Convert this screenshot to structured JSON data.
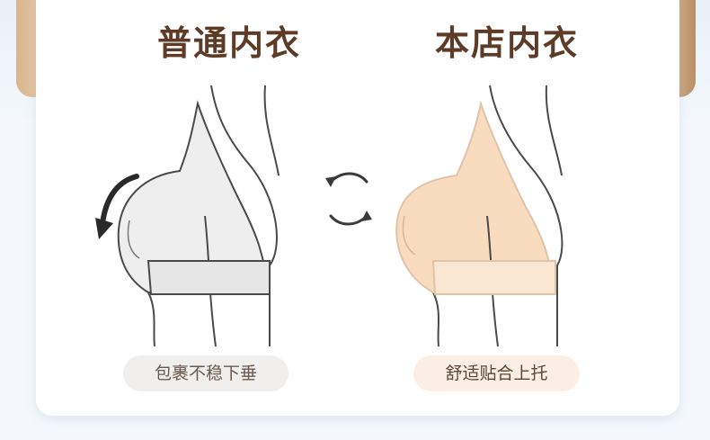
{
  "comparison": {
    "left": {
      "title": "普通内衣",
      "caption": "包裹不稳下垂",
      "fill_color": "#eeeeee"
    },
    "right": {
      "title": "本店内衣",
      "caption": "舒适贴合上托",
      "fill_color": "#f9dcc0"
    }
  },
  "colors": {
    "title_text": "#5e3b26",
    "line": "#4a4a4a",
    "accent_tan": "#d9b58c"
  },
  "icons": {
    "left_arrow": "curved-down-arrow-icon",
    "middle_arrows": "swap-arrows-icon"
  }
}
